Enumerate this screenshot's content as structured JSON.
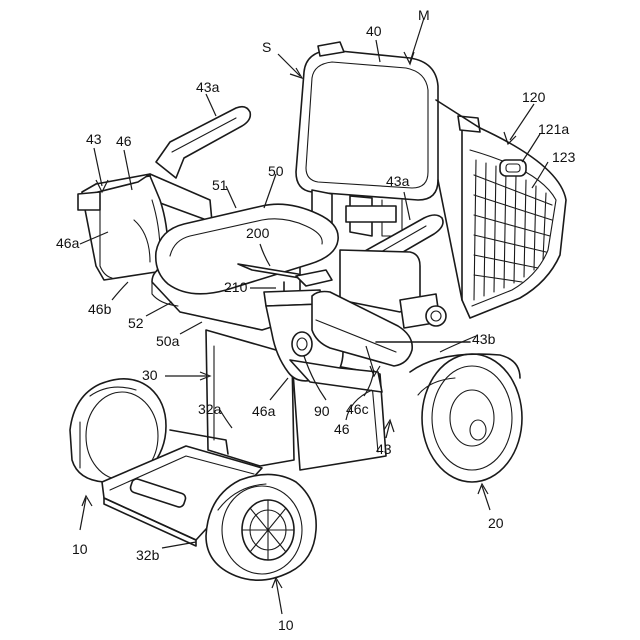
{
  "labels": {
    "M": "M",
    "S": "S",
    "l40": "40",
    "l120": "120",
    "l121a": "121a",
    "l123": "123",
    "l43a_left": "43a",
    "l43_left": "43",
    "l46_left": "46",
    "l46a_left": "46a",
    "l46b": "46b",
    "l51": "51",
    "l50": "50",
    "l43a_right": "43a",
    "l200": "200",
    "l210": "210",
    "l52": "52",
    "l50a": "50a",
    "l30": "30",
    "l32a": "32a",
    "l46a_bottom": "46a",
    "l90": "90",
    "l46c": "46c",
    "l46_bottom": "46",
    "l43b": "43b",
    "l43_bottom": "43",
    "l20": "20",
    "l10_left": "10",
    "l32b": "32b",
    "l10_bottom": "10"
  }
}
